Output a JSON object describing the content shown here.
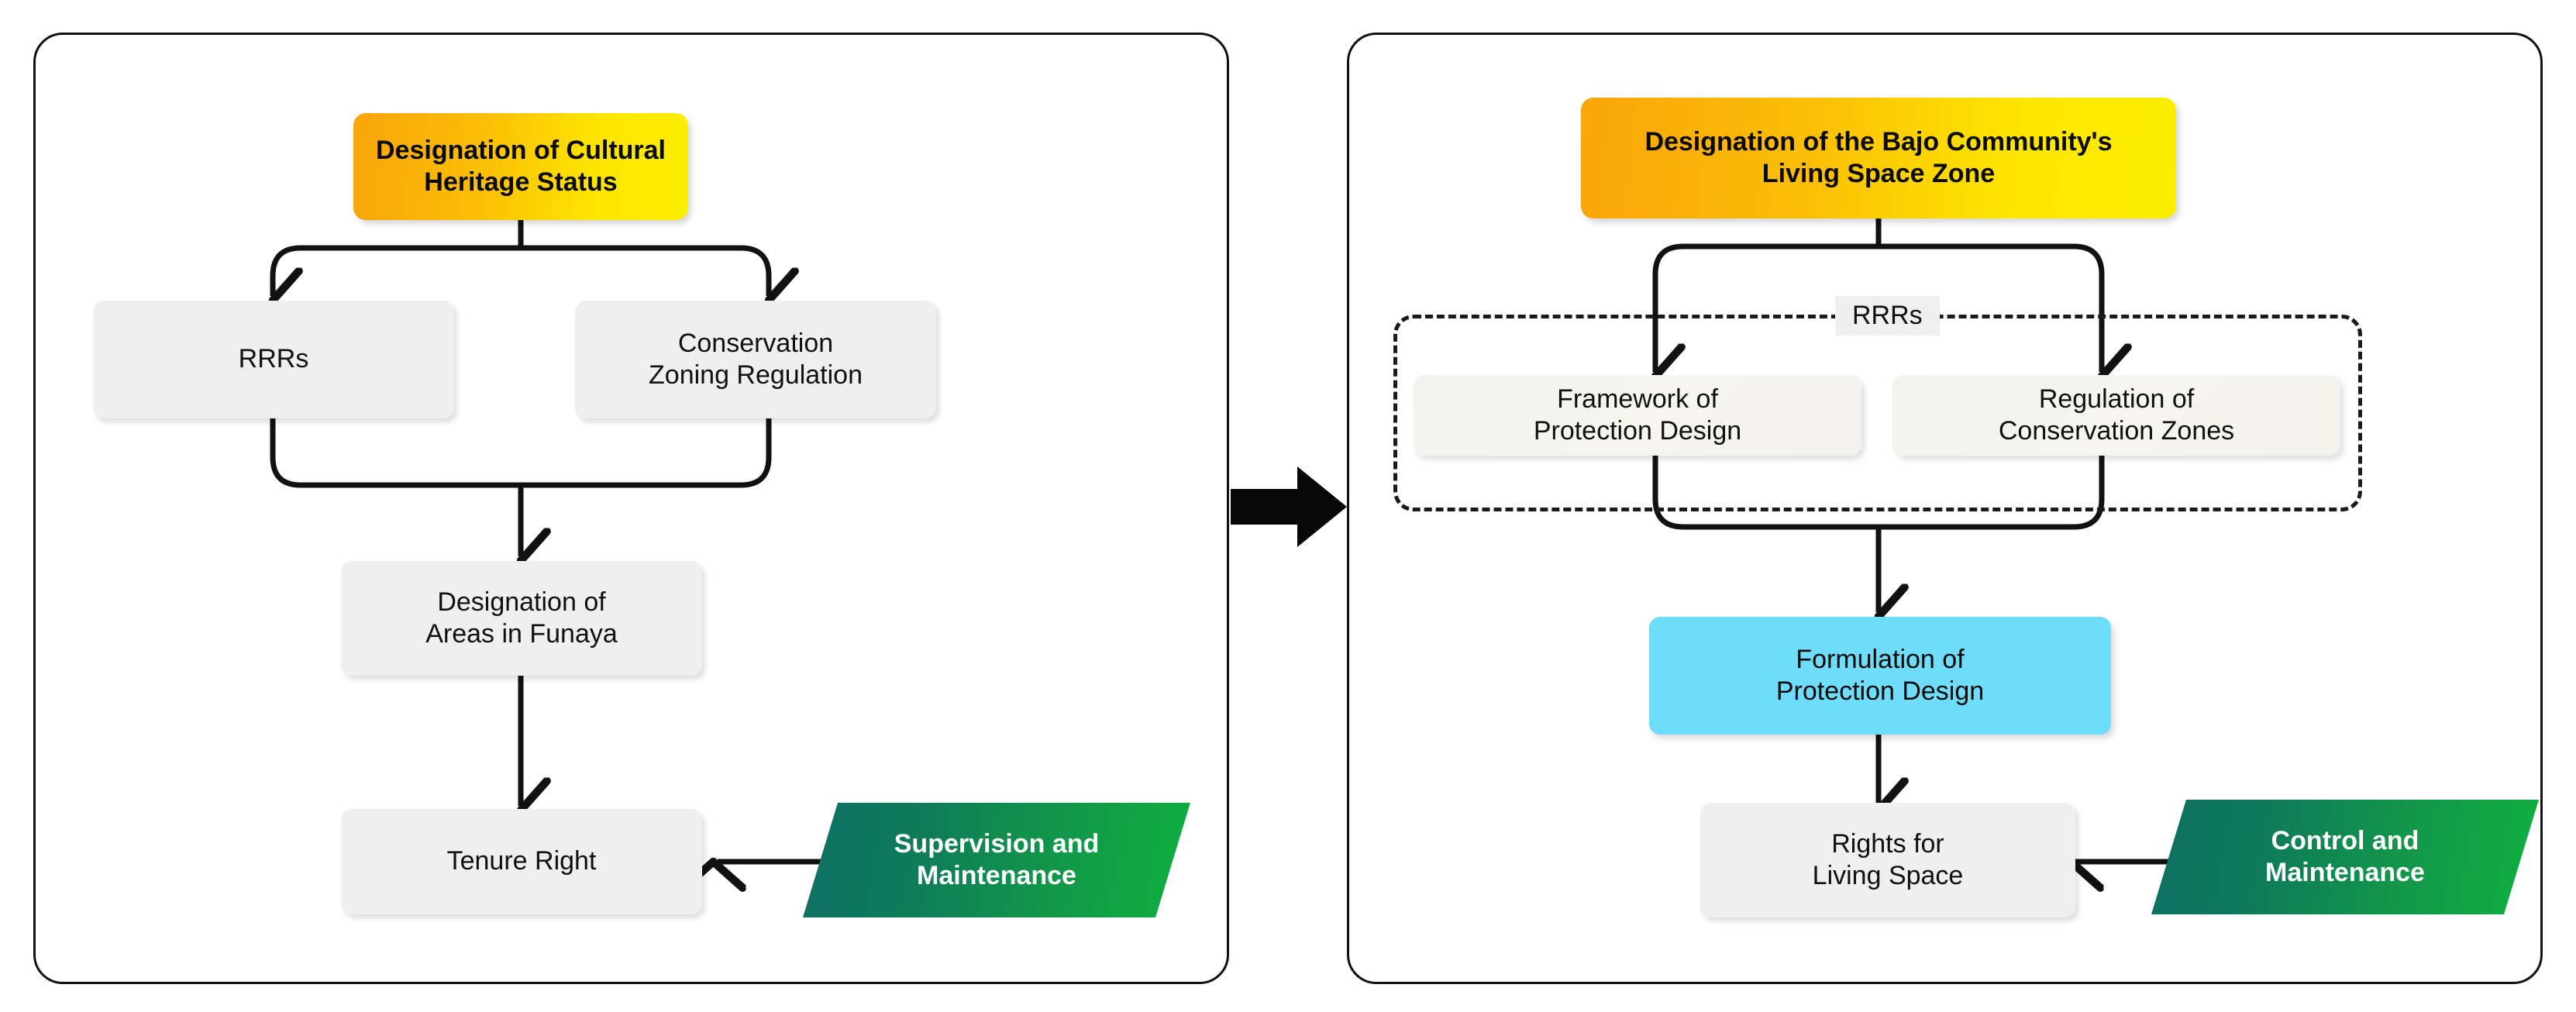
{
  "diagram": {
    "title_absent": true,
    "colors": {
      "panel_border": "#111111",
      "node_grey": "#efefef",
      "node_cream": "#f4f4ed",
      "amber_start": "#F9A50B",
      "amber_end": "#FBEE00",
      "cyan": "#6FDDF9",
      "green_start": "#0E6F63",
      "green_end": "#10B03F",
      "connector": "#111111",
      "dashed_border": "#1a1a1a"
    },
    "transition_arrow": {
      "name": "transition-arrow",
      "direction": "right"
    }
  },
  "left_panel": {
    "name": "left-panel",
    "nodes": {
      "heritage_status": "Designation of Cultural\nHeritage Status",
      "rrrs": "RRRs",
      "conservation_zoning": "Conservation\nZoning Regulation",
      "areas_funaya": "Designation of\nAreas in Funaya",
      "tenure_right": "Tenure Right",
      "supervision": "Supervision and\nMaintenance"
    }
  },
  "right_panel": {
    "name": "right-panel",
    "nodes": {
      "living_space_zone": "Designation of the Bajo Community's\nLiving Space Zone",
      "rrrs_group_label": "RRRs",
      "framework_protection": "Framework of\nProtection Design",
      "regulation_zones": "Regulation of\nConservation Zones",
      "formulation_protection": "Formulation of\nProtection Design",
      "rights_living_space": "Rights for\nLiving Space",
      "control_maintenance": "Control and\nMaintenance"
    }
  },
  "chart_data": {
    "type": "diagram",
    "subtype": "flowchart-comparison",
    "panels": [
      {
        "id": "left",
        "nodes": [
          {
            "id": "L1",
            "label": "Designation of Cultural Heritage Status",
            "style": "amber-gradient"
          },
          {
            "id": "L2",
            "label": "RRRs",
            "style": "grey"
          },
          {
            "id": "L3",
            "label": "Conservation Zoning Regulation",
            "style": "grey"
          },
          {
            "id": "L4",
            "label": "Designation of Areas in Funaya",
            "style": "grey"
          },
          {
            "id": "L5",
            "label": "Tenure Right",
            "style": "grey"
          },
          {
            "id": "L6",
            "label": "Supervision and Maintenance",
            "style": "green-parallelogram"
          }
        ],
        "edges": [
          {
            "from": "L1",
            "to": "L2"
          },
          {
            "from": "L1",
            "to": "L3"
          },
          {
            "from": "L2",
            "to": "L4"
          },
          {
            "from": "L3",
            "to": "L4"
          },
          {
            "from": "L4",
            "to": "L5"
          },
          {
            "from": "L6",
            "to": "L5"
          }
        ]
      },
      {
        "id": "right",
        "nodes": [
          {
            "id": "R1",
            "label": "Designation of the Bajo Community's Living Space Zone",
            "style": "amber-gradient"
          },
          {
            "id": "RG",
            "label": "RRRs",
            "style": "dashed-group"
          },
          {
            "id": "R2",
            "label": "Framework of Protection Design",
            "style": "cream",
            "group": "RG"
          },
          {
            "id": "R3",
            "label": "Regulation of Conservation Zones",
            "style": "cream",
            "group": "RG"
          },
          {
            "id": "R4",
            "label": "Formulation of Protection Design",
            "style": "cyan"
          },
          {
            "id": "R5",
            "label": "Rights for Living Space",
            "style": "grey"
          },
          {
            "id": "R6",
            "label": "Control and Maintenance",
            "style": "green-parallelogram"
          }
        ],
        "edges": [
          {
            "from": "R1",
            "to": "R2"
          },
          {
            "from": "R1",
            "to": "R3"
          },
          {
            "from": "R2",
            "to": "R4"
          },
          {
            "from": "R3",
            "to": "R4"
          },
          {
            "from": "R4",
            "to": "R5"
          },
          {
            "from": "R6",
            "to": "R5"
          }
        ]
      }
    ],
    "relation": "left panel transformed into right panel via large rightward arrow"
  }
}
